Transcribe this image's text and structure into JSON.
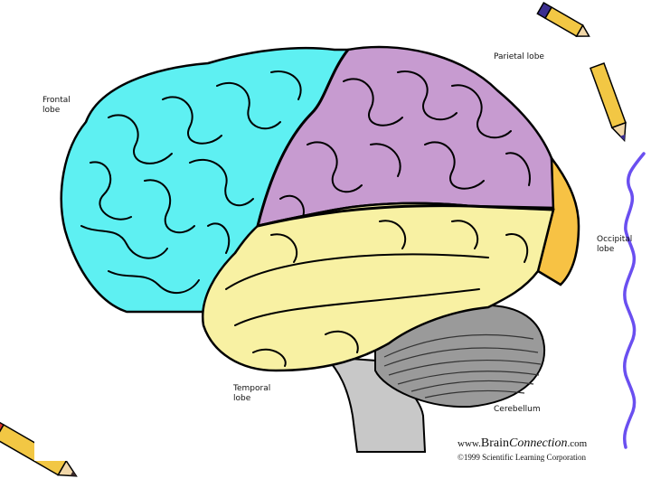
{
  "labels": {
    "parietal": "Parietal lobe",
    "frontal": "Frontal\nlobe",
    "occipital": "Occipital\nlobe",
    "temporal": "Temporal\nlobe",
    "cerebellum": "Cerebellum"
  },
  "credit": {
    "prefix": "www.",
    "brain": "Brain",
    "connection": "Connection",
    "suffix": ".com",
    "copyright": "©1999 Scientific Learning Corporation"
  },
  "colors": {
    "frontal": "#5ef0f2",
    "parietal": "#c79bd0",
    "temporal": "#f8f1a3",
    "occipital": "#f7c244",
    "cerebellum": "#9a9a9a",
    "brainstem": "#c8c8c8",
    "outline": "#000000",
    "wave_line": "#6a4ff0"
  }
}
